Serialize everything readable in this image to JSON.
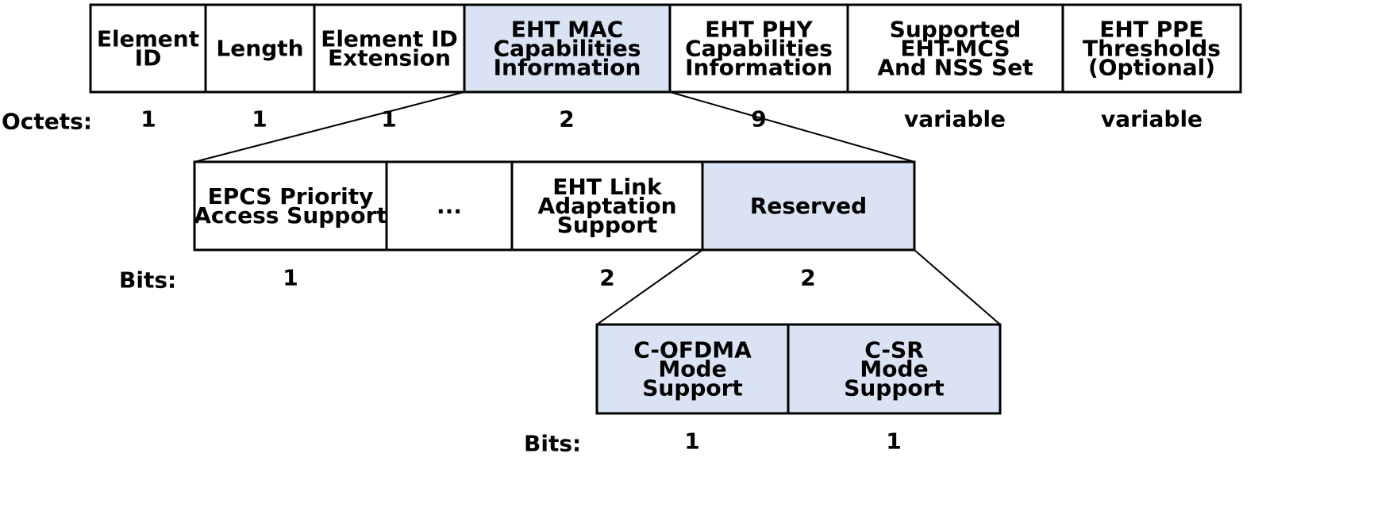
{
  "colors": {
    "highlight_fill": "#dae3f3",
    "plain_fill": "#ffffff",
    "stroke": "#000000"
  },
  "element_row": {
    "label": "Octets:",
    "fields": [
      {
        "id": "element-id",
        "lines": [
          "Element",
          "ID"
        ],
        "size": "1",
        "highlight": false
      },
      {
        "id": "length",
        "lines": [
          "Length"
        ],
        "size": "1",
        "highlight": false
      },
      {
        "id": "element-id-extension",
        "lines": [
          "Element ID",
          "Extension"
        ],
        "size": "1",
        "highlight": false
      },
      {
        "id": "eht-mac-capabilities-information",
        "lines": [
          "EHT MAC",
          "Capabilities",
          "Information"
        ],
        "size": "2",
        "highlight": true
      },
      {
        "id": "eht-phy-capabilities-information",
        "lines": [
          "EHT PHY",
          "Capabilities",
          "Information"
        ],
        "size": "9",
        "highlight": false
      },
      {
        "id": "supported-eht-mcs-and-nss-set",
        "lines": [
          "Supported",
          "EHT-MCS",
          "And NSS Set"
        ],
        "size": "variable",
        "highlight": false
      },
      {
        "id": "eht-ppe-thresholds",
        "lines": [
          "EHT PPE",
          "Thresholds",
          "(Optional)"
        ],
        "size": "variable",
        "highlight": false
      }
    ]
  },
  "mac_row": {
    "label": "Bits:",
    "fields": [
      {
        "id": "epcs-priority-access-support",
        "lines": [
          "EPCS Priority",
          "Access Support"
        ],
        "size": "1",
        "highlight": false
      },
      {
        "id": "ellipsis",
        "lines": [
          "..."
        ],
        "size": "",
        "highlight": false
      },
      {
        "id": "eht-link-adaptation-support",
        "lines": [
          "EHT Link",
          "Adaptation",
          "Support"
        ],
        "size": "2",
        "highlight": false
      },
      {
        "id": "reserved",
        "lines": [
          "Reserved"
        ],
        "size": "2",
        "highlight": true
      }
    ]
  },
  "reserved_row": {
    "label": "Bits:",
    "fields": [
      {
        "id": "c-ofdma-mode-support",
        "lines": [
          "C-OFDMA",
          "Mode",
          "Support"
        ],
        "size": "1",
        "highlight": true
      },
      {
        "id": "c-sr-mode-support",
        "lines": [
          "C-SR",
          "Mode",
          "Support"
        ],
        "size": "1",
        "highlight": true
      }
    ]
  }
}
